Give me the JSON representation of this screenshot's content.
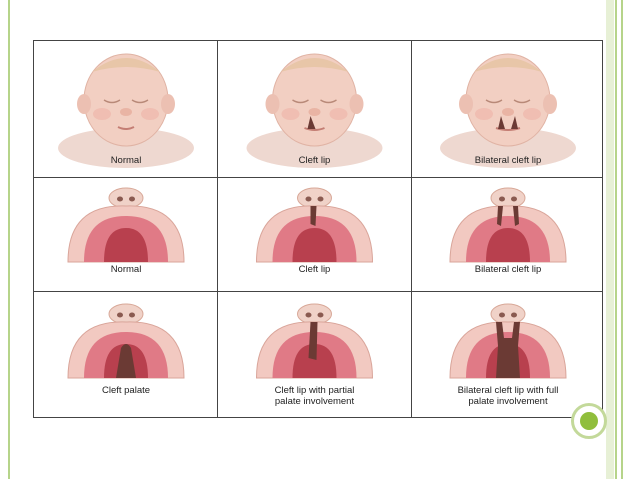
{
  "figure": {
    "rows": [
      {
        "kind": "face",
        "cells": [
          {
            "caption": "Normal",
            "variant": "normal"
          },
          {
            "caption": "Cleft lip",
            "variant": "unilateral"
          },
          {
            "caption": "Bilateral cleft lip",
            "variant": "bilateral"
          }
        ]
      },
      {
        "kind": "palate",
        "cells": [
          {
            "caption": "Normal",
            "variant": "normal"
          },
          {
            "caption": "Cleft lip",
            "variant": "unilateral-lip"
          },
          {
            "caption": "Bilateral cleft lip",
            "variant": "bilateral-lip"
          }
        ]
      },
      {
        "kind": "palate",
        "cells": [
          {
            "caption": "Cleft palate",
            "variant": "cleft-palate"
          },
          {
            "caption": "Cleft lip with partial palate involvement",
            "caption_lines": [
              "Cleft lip with partial",
              "palate involvement"
            ],
            "variant": "partial"
          },
          {
            "caption": "Bilateral cleft lip with full palate involvement",
            "caption_lines": [
              "Bilateral cleft lip with full",
              "palate involvement"
            ],
            "variant": "full"
          }
        ]
      }
    ]
  },
  "colors": {
    "accent_green": "#90be3c",
    "rule_green": "#b6d48a",
    "skin": "#f2cfc2",
    "palate": "#e07a86",
    "cleft": "#6b3a34"
  }
}
